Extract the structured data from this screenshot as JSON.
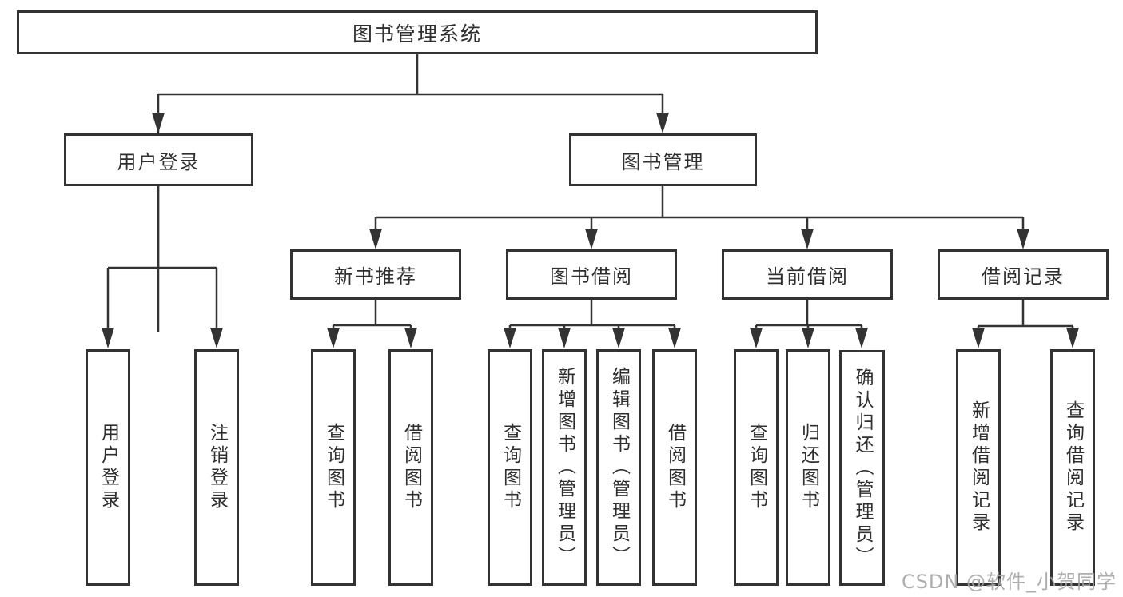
{
  "diagram": {
    "type": "tree",
    "watermark": "CSDN @软件_小贺同学",
    "colors": {
      "line": "#333333",
      "box_border": "#333333",
      "box_fill": "#ffffff",
      "text": "#2f2f2f",
      "watermark": "#a5a5a5"
    },
    "root": {
      "label": "图书管理系统",
      "children": [
        {
          "label": "用户登录",
          "children": [
            {
              "label": "用户登录"
            },
            {
              "label": "注销登录"
            }
          ]
        },
        {
          "label": "图书管理",
          "children": [
            {
              "label": "新书推荐",
              "children": [
                {
                  "label": "查询图书"
                },
                {
                  "label": "借阅图书"
                }
              ]
            },
            {
              "label": "图书借阅",
              "children": [
                {
                  "label": "查询图书"
                },
                {
                  "label": "新增图书（管理员）"
                },
                {
                  "label": "编辑图书（管理员）"
                },
                {
                  "label": "借阅图书"
                }
              ]
            },
            {
              "label": "当前借阅",
              "children": [
                {
                  "label": "查询图书"
                },
                {
                  "label": "归还图书"
                },
                {
                  "label": "确认归还（管理员）"
                }
              ]
            },
            {
              "label": "借阅记录",
              "children": [
                {
                  "label": "新增借阅记录"
                },
                {
                  "label": "查询借阅记录"
                }
              ]
            }
          ]
        }
      ]
    }
  }
}
